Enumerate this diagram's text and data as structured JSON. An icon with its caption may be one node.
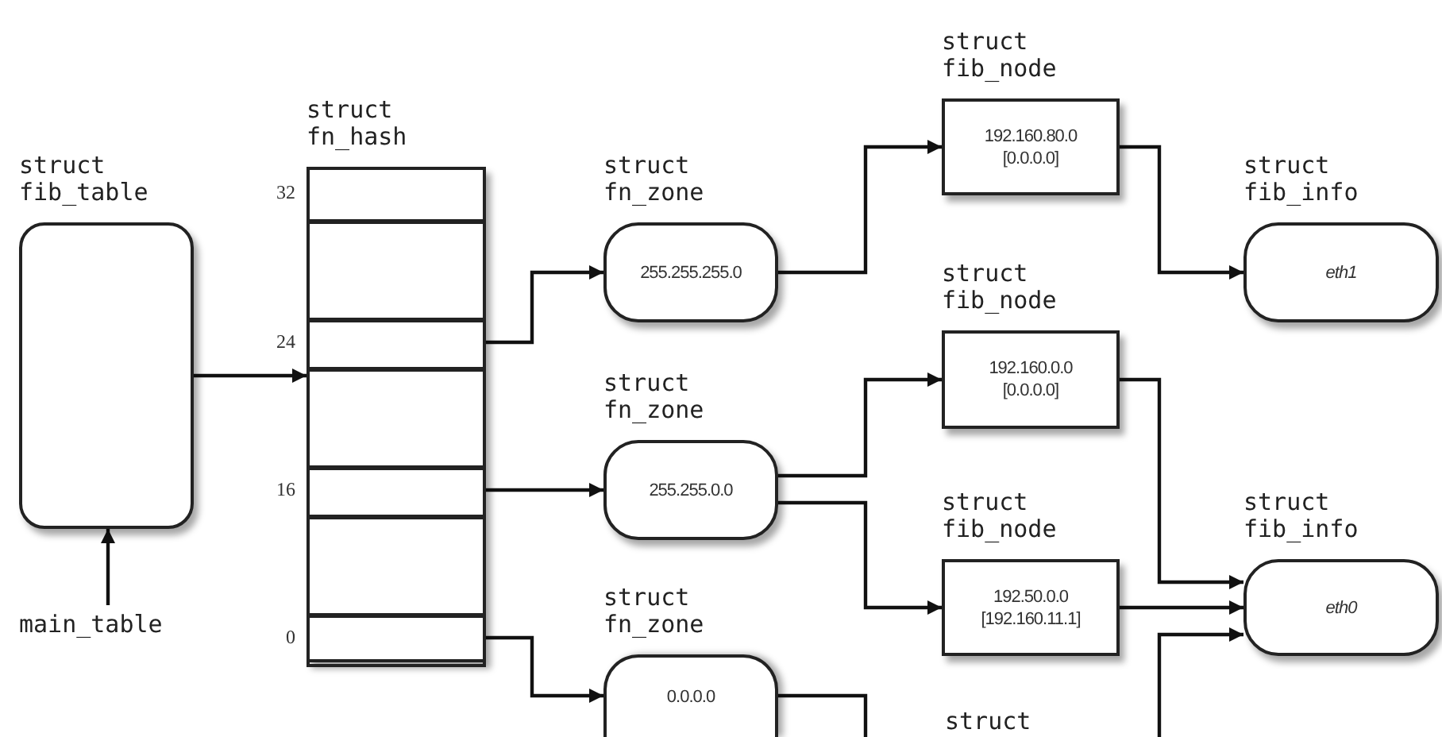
{
  "diagram": {
    "nodes": [
      {
        "text": [
          "struct fib_table"
        ]
      },
      {
        "text": [
          "main_table"
        ]
      },
      {
        "text": [
          "struct fn_hash"
        ]
      },
      {
        "text": [],
        "shape": "box",
        "in": 2,
        "beside": [
          "32"
        ]
      },
      {
        "text": [],
        "shape": "box",
        "in": 2
      },
      {
        "text": [],
        "shape": "box",
        "in": 2,
        "beside": [
          "24"
        ]
      },
      {
        "text": [],
        "shape": "box",
        "in": 2
      },
      {
        "text": [],
        "shape": "box",
        "in": 2,
        "beside": [
          "16"
        ]
      },
      {
        "text": [],
        "shape": "box",
        "in": 2
      },
      {
        "text": [],
        "shape": "box",
        "in": 2,
        "beside": [
          "0"
        ]
      },
      {
        "text": [
          "struct fn_zone",
          "255.255.255.0"
        ]
      },
      {
        "text": [
          "struct fn_zone",
          "255.255.0.0"
        ]
      },
      {
        "text": [
          "struct fn_zone",
          "0.0.0.0"
        ]
      },
      {
        "text": [
          "struct fib_node",
          "192.160.80.0 [0.0.0.0]"
        ]
      },
      {
        "text": [
          "struct fib_node",
          "192.160.0.0 [0.0.0.0]"
        ]
      },
      {
        "text": [
          "struct fib_node",
          "192.50.0.0 [192.160.11.1]"
        ]
      },
      {
        "text": [
          "struct fib_info",
          "eth1"
        ]
      },
      {
        "text": [
          "struct fib_info",
          "eth0"
        ]
      }
    ],
    "edges": [
      {
        "from": 1,
        "to": 0,
        "arrow": "to"
      },
      {
        "from": 0,
        "to": 2,
        "arrow": "to"
      },
      {
        "from": 5,
        "to": 10,
        "arrow": "to"
      },
      {
        "from": 7,
        "to": 11,
        "arrow": "to"
      },
      {
        "from": 9,
        "to": 12,
        "arrow": "to"
      },
      {
        "from": 10,
        "to": 13,
        "arrow": "to"
      },
      {
        "from": 11,
        "to": 14,
        "arrow": "to"
      },
      {
        "from": 11,
        "to": 15,
        "arrow": "to"
      },
      {
        "from": 13,
        "to": 16,
        "arrow": "to"
      },
      {
        "from": 14,
        "to": 17,
        "arrow": "to"
      },
      {
        "from": 15,
        "to": 17,
        "arrow": "to"
      },
      {
        "from": null,
        "to": 17,
        "arrow": "to"
      },
      {
        "from": 12,
        "to": null,
        "arrow": "none"
      }
    ],
    "labels": [
      "struct"
    ]
  }
}
